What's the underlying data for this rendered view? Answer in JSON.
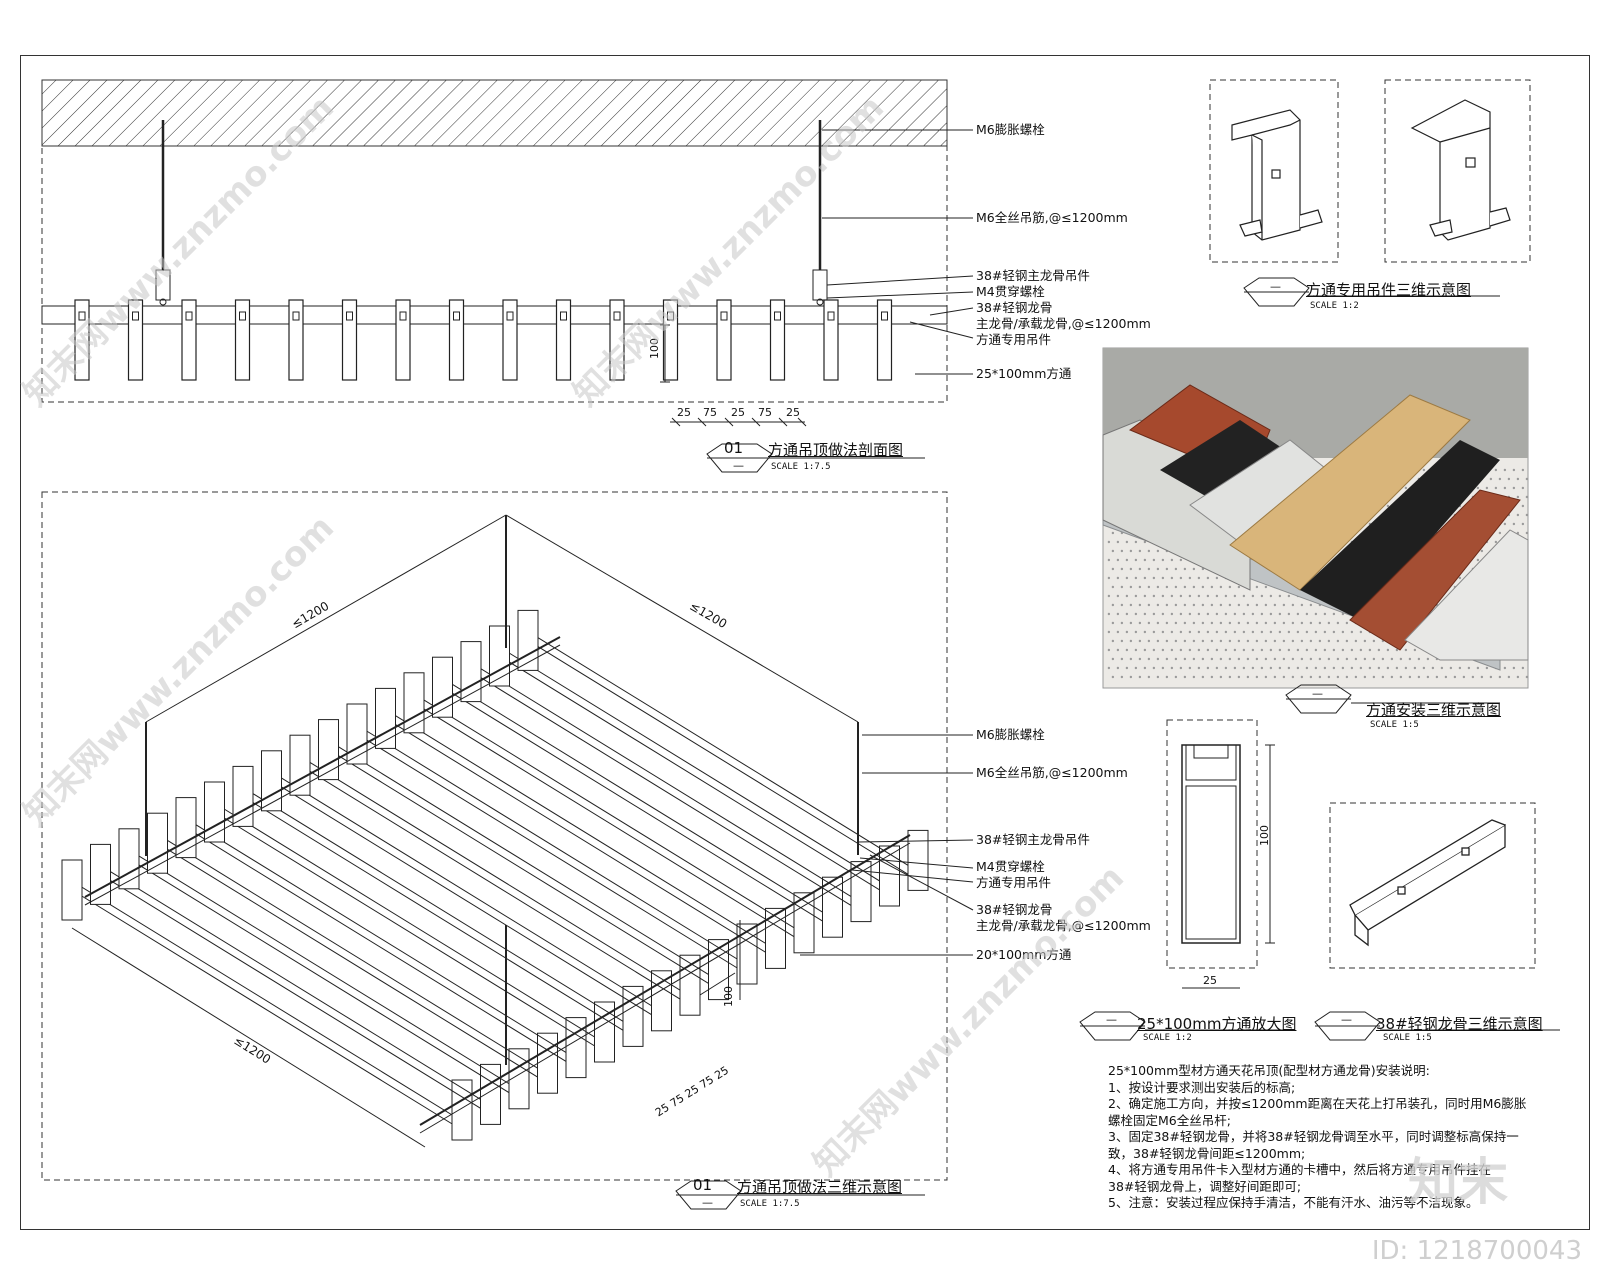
{
  "section": {
    "labels": [
      "M6膨胀螺栓",
      "M6全丝吊筋,@≤1200mm",
      "38#轻钢主龙骨吊件",
      "M4贯穿螺栓",
      "38#轻钢龙骨",
      "主龙骨/承载龙骨,@≤1200mm",
      "方通专用吊件",
      "25*100mm方通"
    ],
    "dims": [
      "25",
      "75",
      "25",
      "75",
      "25"
    ],
    "height_dim": "100",
    "title_no": "01",
    "title": "方通吊顶做法剖面图",
    "dash": "—",
    "scale": "SCALE 1:7.5"
  },
  "iso": {
    "labels": [
      "M6膨胀螺栓",
      "M6全丝吊筋,@≤1200mm",
      "38#轻钢主龙骨吊件",
      "M4贯穿螺栓",
      "方通专用吊件",
      "38#轻钢龙骨",
      "主龙骨/承载龙骨,@≤1200mm",
      "20*100mm方通"
    ],
    "span_left": "≤1200",
    "span_right": "≤1200",
    "span_front": "≤1200",
    "height_dim": "100",
    "bottom_dims": "25 75 25 75 25",
    "title_no": "01",
    "title": "方通吊顶做法三维示意图",
    "dash": "—",
    "scale": "SCALE 1:7.5"
  },
  "hanger": {
    "dash": "—",
    "title": "方通专用吊件三维示意图",
    "scale": "SCALE 1:2"
  },
  "photo": {
    "dash": "—",
    "title": "方通安装三维示意图",
    "scale": "SCALE 1:5"
  },
  "profile": {
    "dash": "—",
    "title": "25*100mm方通放大图",
    "scale": "SCALE 1:2",
    "width_dim": "25",
    "height_dim": "100"
  },
  "keel": {
    "dash": "—",
    "title": "38#轻钢龙骨三维示意图",
    "scale": "SCALE 1:5"
  },
  "notes": {
    "heading": "25*100mm型材方通天花吊顶(配型材方通龙骨)安装说明:",
    "lines": [
      "1、按设计要求测出安装后的标高;",
      "2、确定施工方向，并按≤1200mm距离在天花上打吊装孔，同时用M6膨胀",
      "螺栓固定M6全丝吊杆;",
      "3、固定38#轻钢龙骨，并将38#轻钢龙骨调至水平，同时调整标高保持一",
      "致，38#轻钢龙骨间距≤1200mm;",
      "4、将方通专用吊件卡入型材方通的卡槽中，然后将方通专用吊件挂在",
      "38#轻钢龙骨上，调整好间距即可;",
      "5、注意：安装过程应保持手清洁，不能有汗水、油污等不洁现象。"
    ]
  },
  "watermark": {
    "text": "知末网www.znzmo.com",
    "logo": "知末",
    "id": "ID: 1218700043"
  }
}
